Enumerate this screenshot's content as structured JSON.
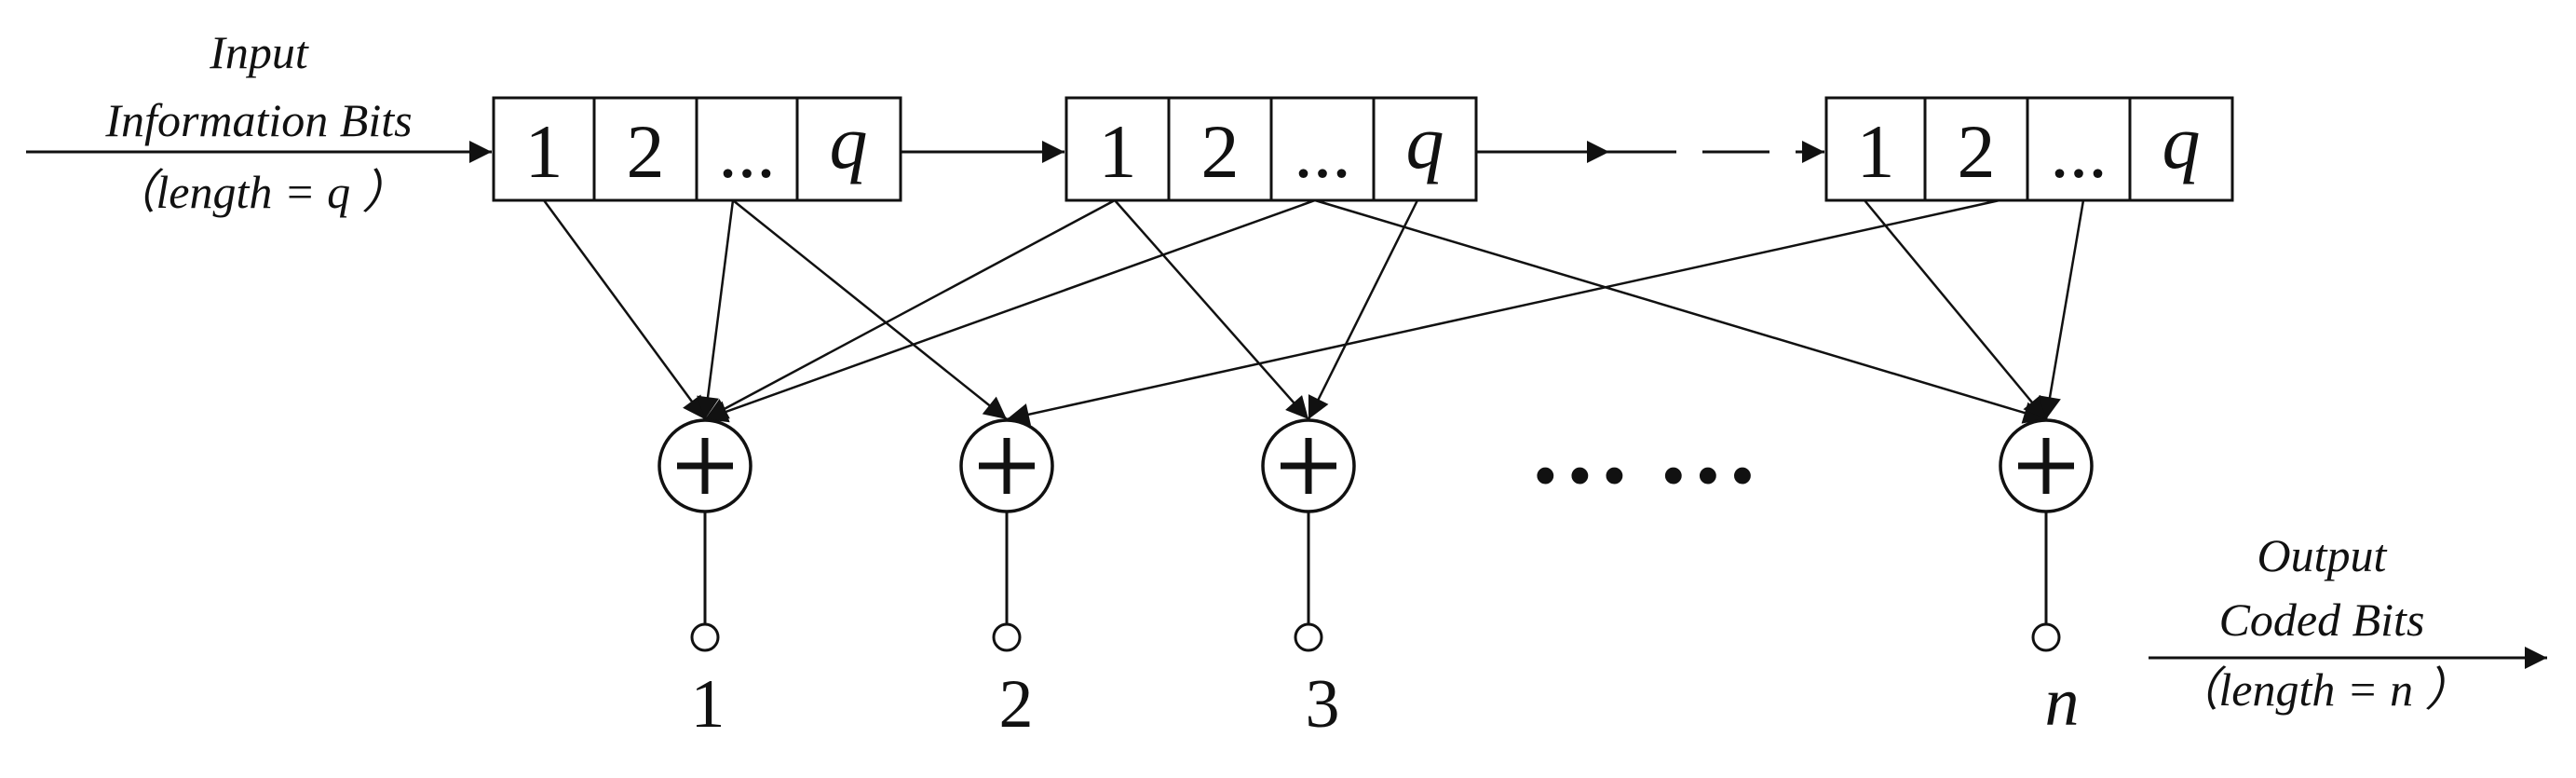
{
  "input_label": {
    "line1": "Input",
    "line2": "Information Bits",
    "line3": "（length = q ）"
  },
  "output_label": {
    "line1": "Output",
    "line2": "Coded Bits",
    "line3": "（length = n ）"
  },
  "registers": [
    {
      "cells": [
        "1",
        "2",
        "...",
        "q"
      ]
    },
    {
      "cells": [
        "1",
        "2",
        "...",
        "q"
      ]
    },
    {
      "cells": [
        "1",
        "2",
        "...",
        "q"
      ]
    }
  ],
  "adders": [
    {
      "symbol": "+",
      "output_label": "1"
    },
    {
      "symbol": "+",
      "output_label": "2"
    },
    {
      "symbol": "+",
      "output_label": "3"
    },
    {
      "symbol": "+",
      "output_label": "n"
    }
  ],
  "ellipsis": "…  …",
  "colors": {
    "ink": "#111111",
    "background": "#ffffff"
  }
}
